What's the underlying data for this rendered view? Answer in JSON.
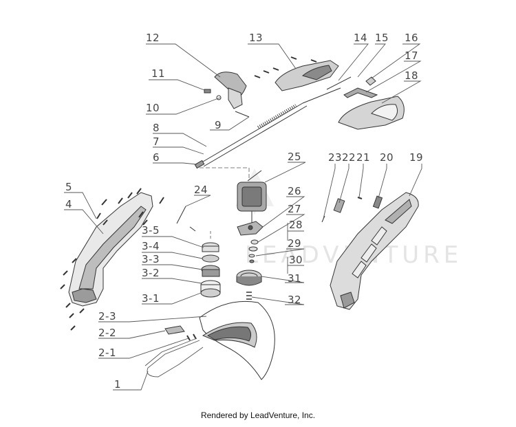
{
  "diagram": {
    "labels": [
      "1",
      "2-1",
      "2-2",
      "2-3",
      "3-1",
      "3-2",
      "3-3",
      "3-4",
      "3-5",
      "4",
      "5",
      "6",
      "7",
      "8",
      "9",
      "10",
      "11",
      "12",
      "13",
      "14",
      "15",
      "16",
      "17",
      "18",
      "19",
      "20",
      "21",
      "22",
      "23",
      "24",
      "25",
      "26",
      "27",
      "28",
      "29",
      "30",
      "31",
      "32"
    ],
    "watermark": "LEADVENTURE"
  },
  "footer": {
    "text": "Rendered by LeadVenture, Inc."
  }
}
